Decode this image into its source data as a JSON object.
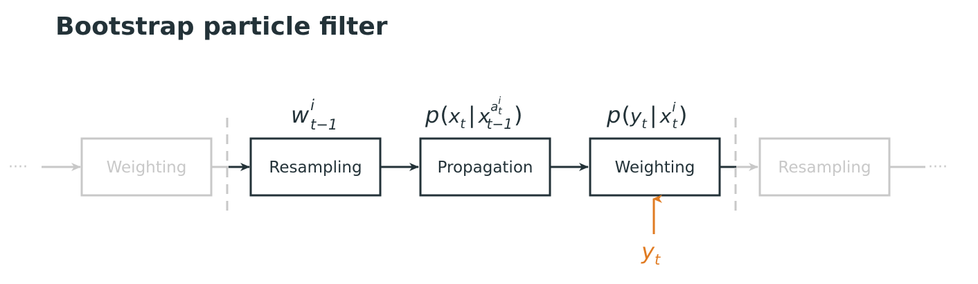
{
  "title": "Bootstrap particle filter",
  "colors": {
    "active": "#233238",
    "faded": "#c8c8c8",
    "accent": "#e07b22"
  },
  "leader": "····",
  "boxes": [
    {
      "label": "Weighting",
      "state": "faded"
    },
    {
      "label": "Resampling",
      "state": "active"
    },
    {
      "label": "Propagation",
      "state": "active"
    },
    {
      "label": "Weighting",
      "state": "active"
    },
    {
      "label": "Resampling",
      "state": "faded"
    }
  ],
  "formulas": {
    "resampling": {
      "w": "w",
      "sup": "i",
      "sub": "t−1"
    },
    "propagation": {
      "p": "p",
      "open": "(",
      "x": "x",
      "x_sub": "t",
      "bar": "|",
      "x2": "x",
      "sup_a": "a",
      "sup_a_sup": "i",
      "sup_a_sub": "t",
      "x2_sub": "t−1",
      "close": ")"
    },
    "weighting": {
      "p": "p",
      "open": "(",
      "y": "y",
      "y_sub": "t",
      "bar": "|",
      "x": "x",
      "x_sup": "i",
      "x_sub": "t",
      "close": ")"
    }
  },
  "observation": {
    "y": "y",
    "sub": "t"
  }
}
